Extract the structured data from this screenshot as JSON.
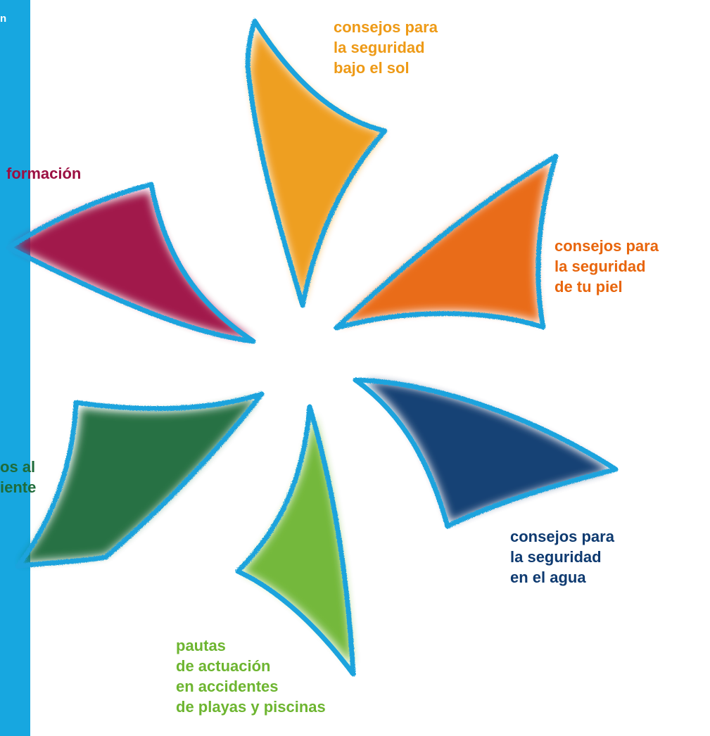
{
  "colors": {
    "strip": "#17a7e0",
    "outline": "#1ba3dd",
    "sol": "#ee9a16",
    "piel": "#e8650c",
    "agua": "#0e3a70",
    "pautas": "#6db530",
    "formacion": "#9c0f42",
    "medio": "#1e6b3a"
  },
  "top_edge_fragment": "n",
  "labels": {
    "sol": [
      "consejos para",
      "la seguridad",
      "bajo el sol"
    ],
    "piel": [
      "consejos para",
      "la seguridad",
      "de tu piel"
    ],
    "agua": [
      "consejos para",
      "la seguridad",
      "en el agua"
    ],
    "pautas": [
      "pautas",
      "de actuación",
      "en accidentes",
      "de playas y piscinas"
    ],
    "formacion": [
      "formación"
    ],
    "medio": [
      "os al",
      "iente"
    ]
  }
}
